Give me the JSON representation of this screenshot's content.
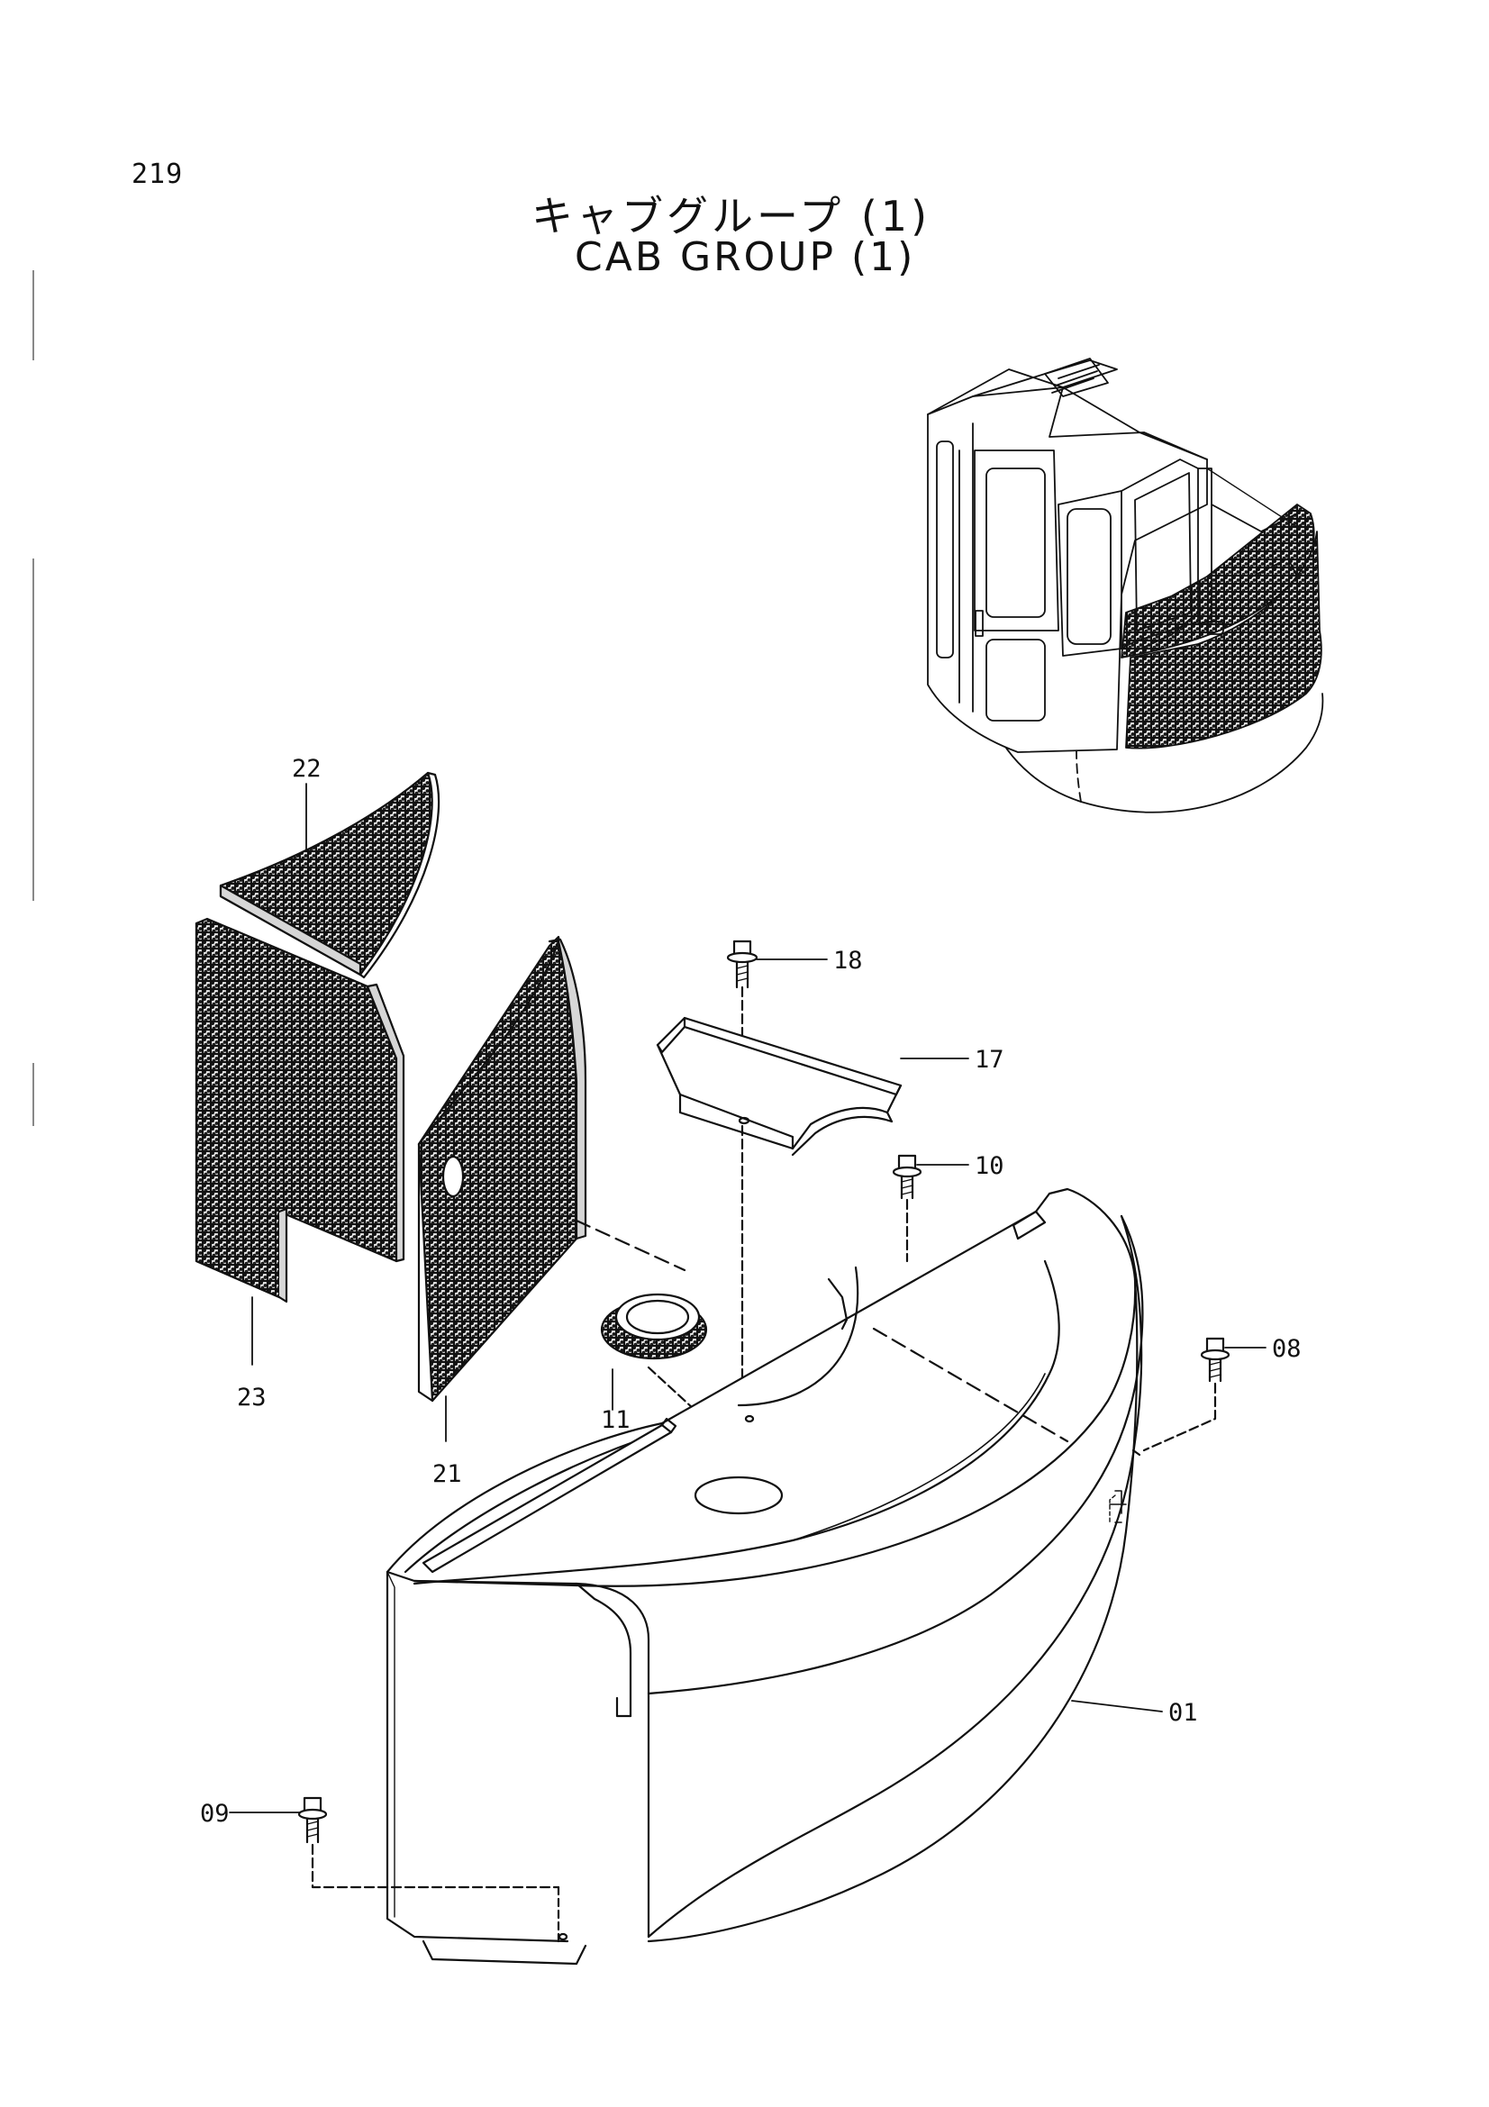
{
  "page": {
    "number": "219",
    "title_jp": "キャブグループ (1)",
    "title_en": "CAB GROUP (1)"
  },
  "callouts": {
    "p22": "22",
    "p23": "23",
    "p21": "21",
    "p11": "11",
    "p18": "18",
    "p17": "17",
    "p10": "10",
    "p08": "08",
    "p01": "01",
    "p09": "09"
  },
  "colors": {
    "line": "#111111",
    "foam": "#e2e2e2"
  }
}
